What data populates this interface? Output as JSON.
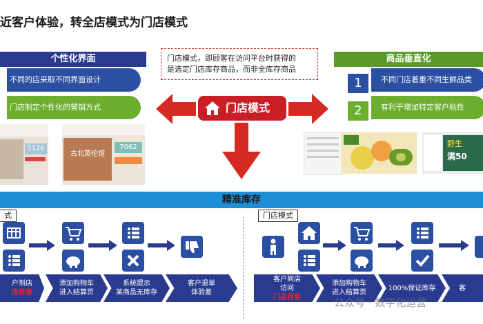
{
  "title": "近客户体验，转全店模式为门店模式",
  "left_panel": {
    "header": "个性化界面",
    "items": [
      "不同的店采取不同界面设计",
      "门店制定个性化的营销方式"
    ]
  },
  "right_panel": {
    "header": "商品垂直化",
    "items": [
      {
        "num": "1",
        "text": "不同门店着重不同生鲜品类"
      },
      {
        "num": "2",
        "text": "有利于增加特定客户粘性"
      }
    ]
  },
  "note": {
    "line1": "门店模式，即顾客在访问平台时获得的",
    "line2": "是选定门店库存商品，而非全库存商品"
  },
  "store_mode_button": "门店模式",
  "precise_inventory": "精准库存",
  "screens": {
    "left1": {
      "num": "5126"
    },
    "left2": {
      "name": "古北英伦馆",
      "num": "7062"
    },
    "right_badge": "野生",
    "right_num": "满50"
  },
  "old_flow": {
    "tag": "式",
    "steps": [
      {
        "line1": "户到店",
        "line2": "店目录",
        "red2": true
      },
      {
        "line1": "添加购物车",
        "line2": "进入结算页"
      },
      {
        "line1": "系统提示",
        "line2": "某商品无库存"
      },
      {
        "line1": "客户退单",
        "line2": "体验差"
      }
    ]
  },
  "new_flow": {
    "tag": "门店模式",
    "steps": [
      {
        "line1": "客户到店",
        "line2a": "访问",
        "line2b": "门店目录"
      },
      {
        "line1": "添加购物车",
        "line2": "进入结算页"
      },
      {
        "line1": "100%保证库存",
        "line2": ""
      },
      {
        "line1": "客",
        "line2": ""
      }
    ]
  },
  "watermark": "公众号 · 数字化运营",
  "colors": {
    "navy": "#2a3b8f",
    "blue": "#2b4fa3",
    "green": "#6cae2e",
    "red": "#c71f25",
    "bar": "#1e8fd6"
  }
}
